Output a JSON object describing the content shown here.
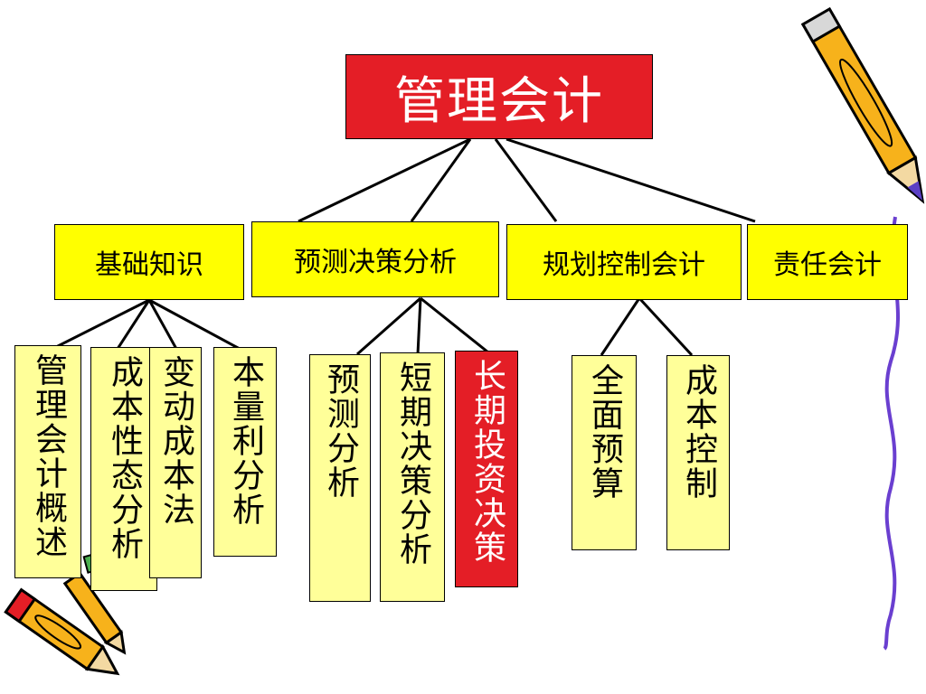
{
  "root": {
    "label": "管理会计"
  },
  "categories": [
    {
      "label": "基础知识"
    },
    {
      "label": "预测决策分析"
    },
    {
      "label": "规划控制会计"
    },
    {
      "label": "责任会计"
    }
  ],
  "leaves": {
    "basics": [
      {
        "label": "管理会计概述"
      },
      {
        "label": "成本性态分析"
      },
      {
        "label": "变动成本法"
      },
      {
        "label": "本量利分析"
      }
    ],
    "forecast": [
      {
        "label": "预测分析"
      },
      {
        "label": "短期决策分析"
      },
      {
        "label": "长期投资决策"
      }
    ],
    "planning": [
      {
        "label": "全面预算"
      },
      {
        "label": "成本控制"
      }
    ]
  },
  "colors": {
    "root_fill": "#e41e26",
    "category_fill": "#ffff00",
    "leaf_fill": "#ffff99",
    "highlight_leaf_fill": "#e41e26",
    "connector": "#000000"
  },
  "icons": [
    "pencil-icon-top-right",
    "pencils-icon-bottom-left",
    "purple-vine-border"
  ]
}
